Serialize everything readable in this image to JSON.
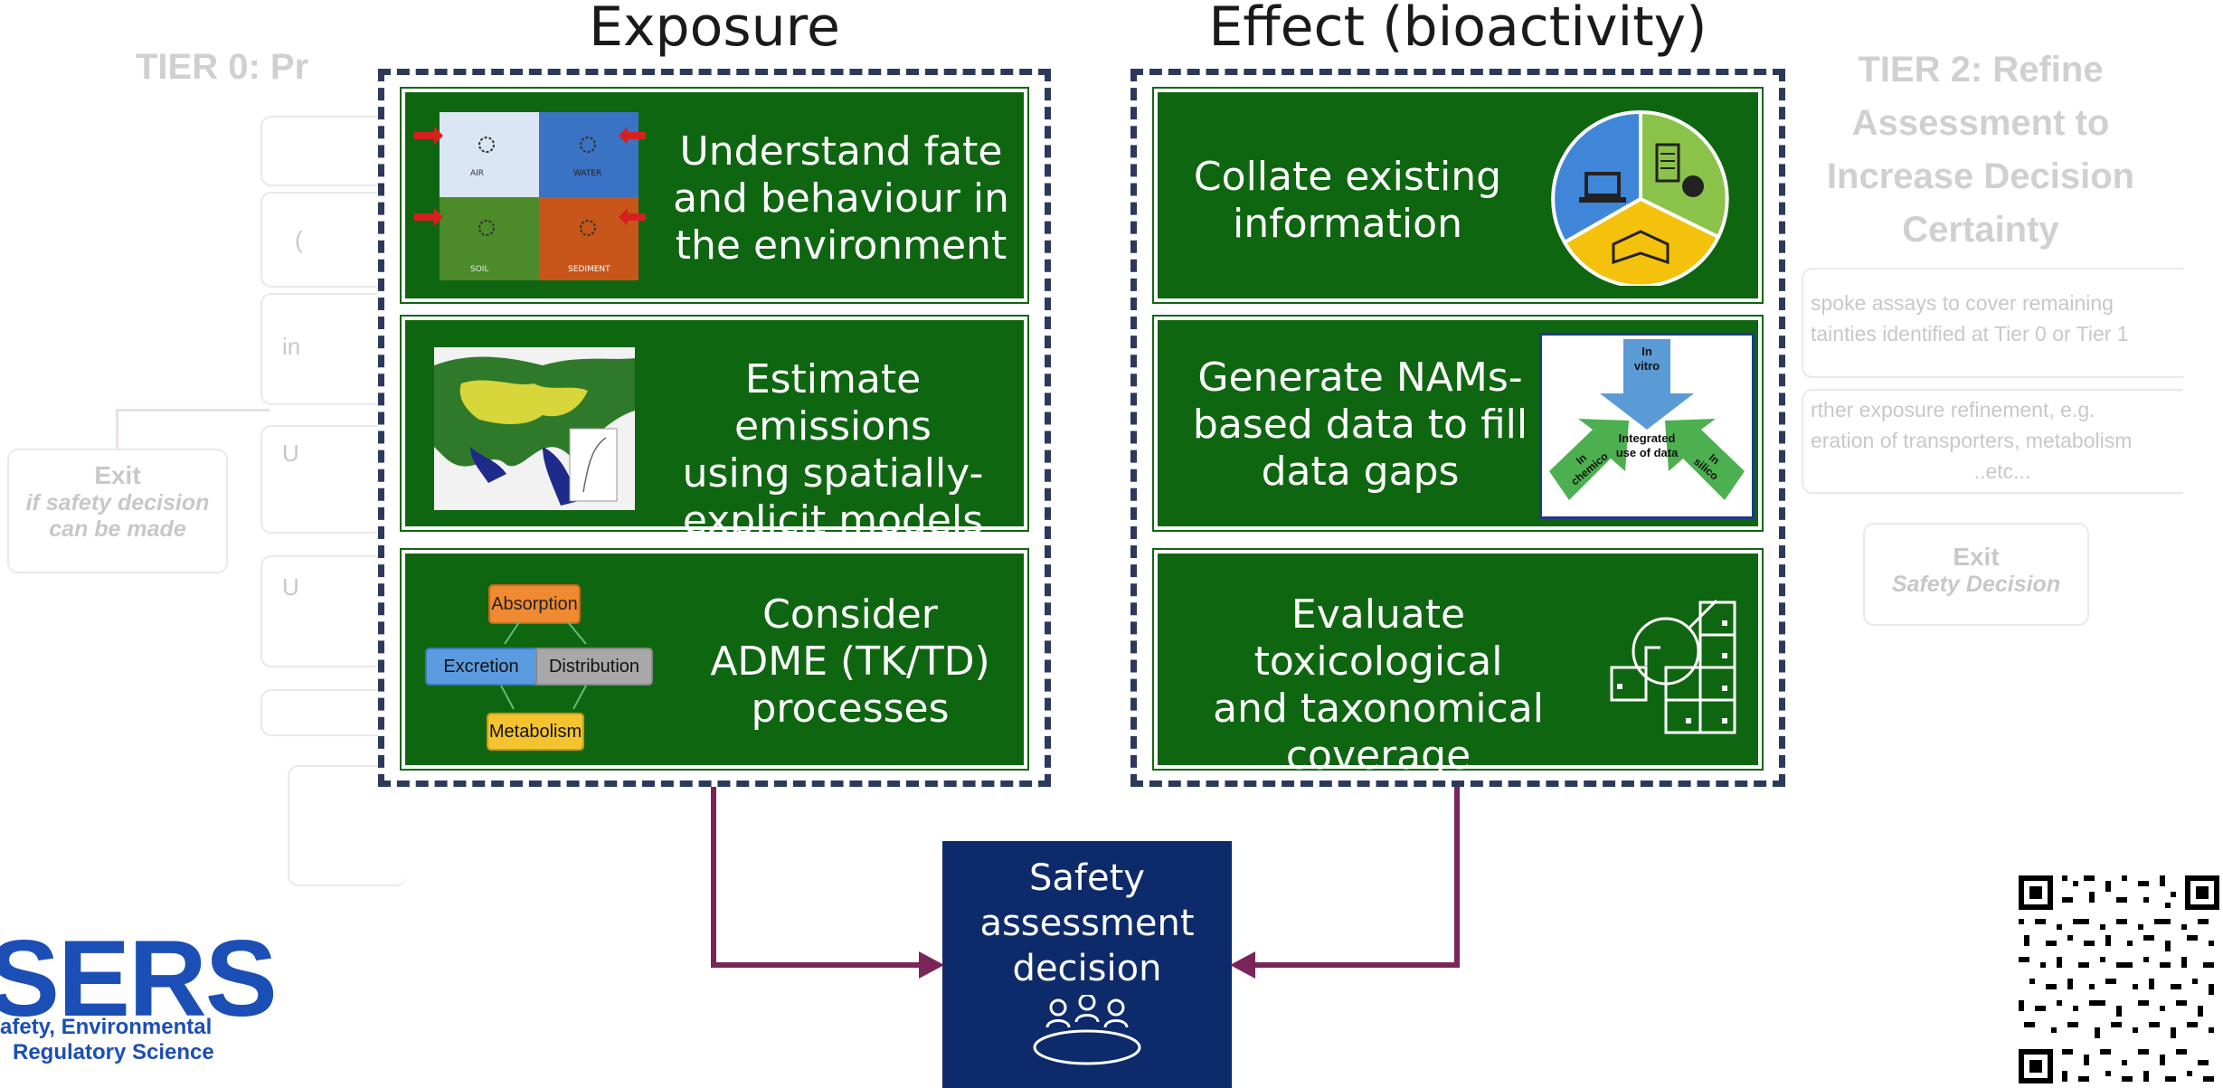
{
  "tier0": {
    "title": "TIER 0: Pr",
    "box_fragments": [
      "in",
      "U",
      "U"
    ],
    "exit_label": "Exit",
    "exit_sub_1": "if safety decision",
    "exit_sub_2": "can be made"
  },
  "tier2": {
    "title_lines": [
      "TIER 2: Refine",
      "Assessment to",
      "Increase Decision",
      "Certainty"
    ],
    "box1_lines": [
      "spoke assays to cover remaining",
      "tainties identified at Tier 0 or Tier 1"
    ],
    "box2_lines": [
      "rther exposure refinement, e.g.",
      "eration of transporters, metabolism",
      "..etc..."
    ],
    "exit_label": "Exit",
    "exit_sub": "Safety Decision"
  },
  "exposure": {
    "title": "Exposure",
    "cards": [
      {
        "lines": [
          "Understand fate",
          "and behaviour in",
          "the environment"
        ]
      },
      {
        "lines": [
          "Estimate emissions",
          "using spatially-",
          "explicit models"
        ]
      },
      {
        "lines": [
          "Consider",
          "ADME (TK/TD)",
          "processes"
        ]
      }
    ],
    "compartments": [
      "AIR",
      "WATER",
      "SOIL",
      "SEDIMENT"
    ],
    "adme": [
      "Absorption",
      "Excretion",
      "Distribution",
      "Metabolism"
    ]
  },
  "effect": {
    "title": "Effect (bioactivity)",
    "cards": [
      {
        "lines": [
          "Collate existing",
          "information"
        ]
      },
      {
        "lines": [
          "Generate NAMs-",
          "based data to fill",
          "data gaps"
        ]
      },
      {
        "lines": [
          "Evaluate toxicological",
          "and taxonomical",
          "coverage"
        ]
      }
    ],
    "nams_diagram": {
      "top": [
        "In",
        "vitro"
      ],
      "center": [
        "Integrated",
        "use of data"
      ],
      "left": [
        "In",
        "chemico"
      ],
      "right": [
        "In",
        "silico"
      ]
    }
  },
  "decision": {
    "lines": [
      "Safety",
      "assessment",
      "decision"
    ]
  },
  "logo": {
    "big": "SERS",
    "line1": "afety, Environmental",
    "line2": "Regulatory Science"
  },
  "colors": {
    "green": "#0f6611",
    "navy": "#0d2a6b",
    "frame": "#2b3a5c",
    "connector": "#7a2559",
    "brand_blue": "#1b4fb5"
  }
}
